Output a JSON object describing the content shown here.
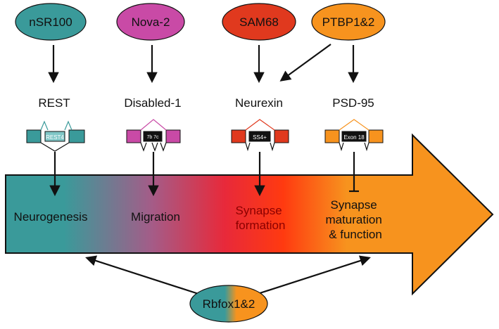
{
  "factors": [
    {
      "label": "nSR100",
      "color": "#3a9a9a"
    },
    {
      "label": "Nova-2",
      "color": "#c94aa6"
    },
    {
      "label": "SAM68",
      "color": "#e0391e"
    },
    {
      "label": "PTBP1&2",
      "color": "#f7931e"
    }
  ],
  "targets": [
    {
      "label": "REST",
      "exon_label": "REST4"
    },
    {
      "label": "Disabled-1",
      "exon_label": "7b 7c"
    },
    {
      "label": "Neurexin",
      "exon_label": "SS4+"
    },
    {
      "label": "PSD-95",
      "exon_label": "Exon 18"
    }
  ],
  "stages": [
    {
      "lines": [
        "Neurogenesis"
      ],
      "color": "#111111"
    },
    {
      "lines": [
        "Migration"
      ],
      "color": "#111111"
    },
    {
      "lines": [
        "Synapse",
        "formation"
      ],
      "color": "#8b0000"
    },
    {
      "lines": [
        "Synapse",
        "maturation",
        "& function"
      ],
      "color": "#111111"
    }
  ],
  "regulator": {
    "label": "Rbfox1&2"
  },
  "colors": {
    "gradient_start": "#3a9a9a",
    "gradient_mid1": "#c44a78",
    "gradient_mid2": "#e8293a",
    "gradient_mid3": "#ff3a10",
    "gradient_end": "#f7931e"
  }
}
